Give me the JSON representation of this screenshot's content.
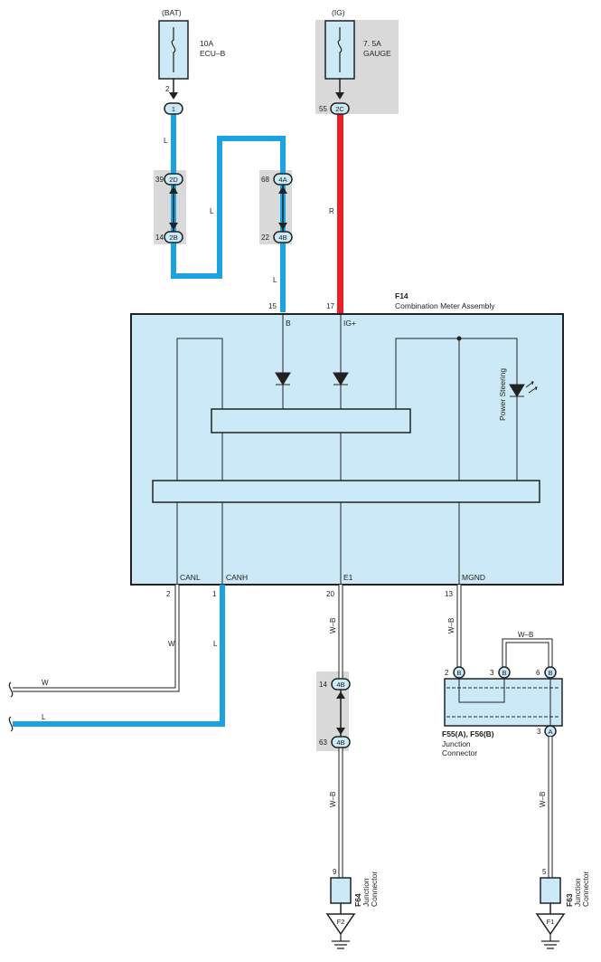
{
  "power": {
    "bat_label": "(BAT)",
    "ig_label": "(IG)",
    "fuse_bat_amp": "10A",
    "fuse_bat_name": "ECU–B",
    "fuse_ig_amp": "7. 5A",
    "fuse_ig_name": "GAUGE"
  },
  "connectors": {
    "c1": "1",
    "c1_pin": "2",
    "c2c": "2C",
    "c2c_pin": "55",
    "c2d": "2D",
    "c2d_pin": "39",
    "c2b": "2B",
    "c2b_pin": "14",
    "c4a": "4A",
    "c4a_pin": "68",
    "c4b_top": "4B",
    "c4b_top_pin": "22",
    "c4b_mid1": "4B",
    "c4b_mid1_pin": "14",
    "c4b_mid2": "4B",
    "c4b_mid2_pin": "63",
    "jb1": "B",
    "jb1_pin": "2",
    "jb2": "B",
    "jb2_pin": "3",
    "jb3": "B",
    "jb3_pin": "6",
    "ja": "A",
    "ja_pin": "3"
  },
  "wires": {
    "l1": "L",
    "l2": "L",
    "l3": "L",
    "r": "R",
    "w": "W",
    "l_can": "L",
    "wb1": "W–B",
    "wb2": "W–B",
    "wb3": "W–B",
    "wb4": "W–B",
    "wb_loop": "W–B",
    "w_left": "W",
    "l_left": "L"
  },
  "meter": {
    "code": "F14",
    "name": "Combination Meter Assembly",
    "pin_b_num": "15",
    "pin_b": "B",
    "pin_ig_num": "17",
    "pin_ig": "IG+",
    "indicator": "Power Steering",
    "canl": "CANL",
    "canh": "CANH",
    "e1": "E1",
    "mgnd": "MGND",
    "canl_num": "2",
    "canh_num": "1",
    "e1_num": "20",
    "mgnd_num": "13"
  },
  "junction": {
    "code": "F55(A), F56(B)",
    "line1": "Junction",
    "line2": "Connector"
  },
  "grounds": {
    "f64_pin": "9",
    "f64_code": "F64",
    "f64_line1": "Junction",
    "f64_line2": "Connector",
    "f64_gnd": "F2",
    "f63_pin": "5",
    "f63_code": "F63",
    "f63_line1": "Junction",
    "f63_line2": "Connector",
    "f63_gnd": "F1"
  },
  "colors": {
    "blue_wire": "#1aa3e0",
    "red_wire": "#e8202a",
    "box_fill": "#cce9f7",
    "shade": "#d9d9d9"
  }
}
